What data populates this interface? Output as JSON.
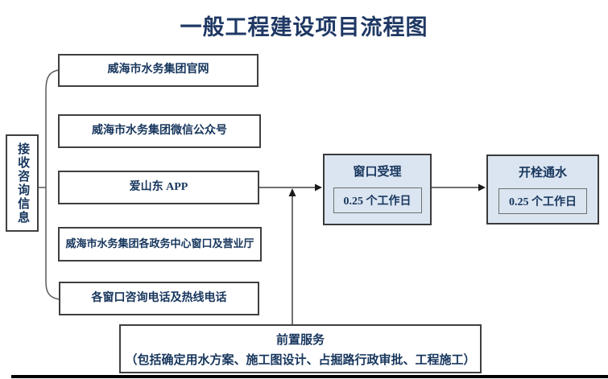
{
  "title": "一般工程建设项目流程图",
  "left_panel": {
    "label": "接收咨询信息"
  },
  "channels": [
    {
      "label": "威海市水务集团官网"
    },
    {
      "label": "威海市水务集团微信公众号"
    },
    {
      "label": "爱山东 APP"
    },
    {
      "label": "威海市水务集团各政务中心窗口及营业厅"
    },
    {
      "label": "各窗口咨询电话及热线电话"
    }
  ],
  "steps": [
    {
      "label": "窗口受理",
      "duration": "0.25 个工作日"
    },
    {
      "label": "开栓通水",
      "duration": "0.25 个工作日"
    }
  ],
  "pre_service": {
    "title": "前置服务",
    "detail": "（包括确定用水方案、施工图设计、占掘路行政审批、工程施工）"
  },
  "colors": {
    "title_text": "#1f3864",
    "box_text": "#17365d",
    "step_fill": "#dbe5f1",
    "box_border": "#3f3f3f",
    "connector": "#404040"
  }
}
